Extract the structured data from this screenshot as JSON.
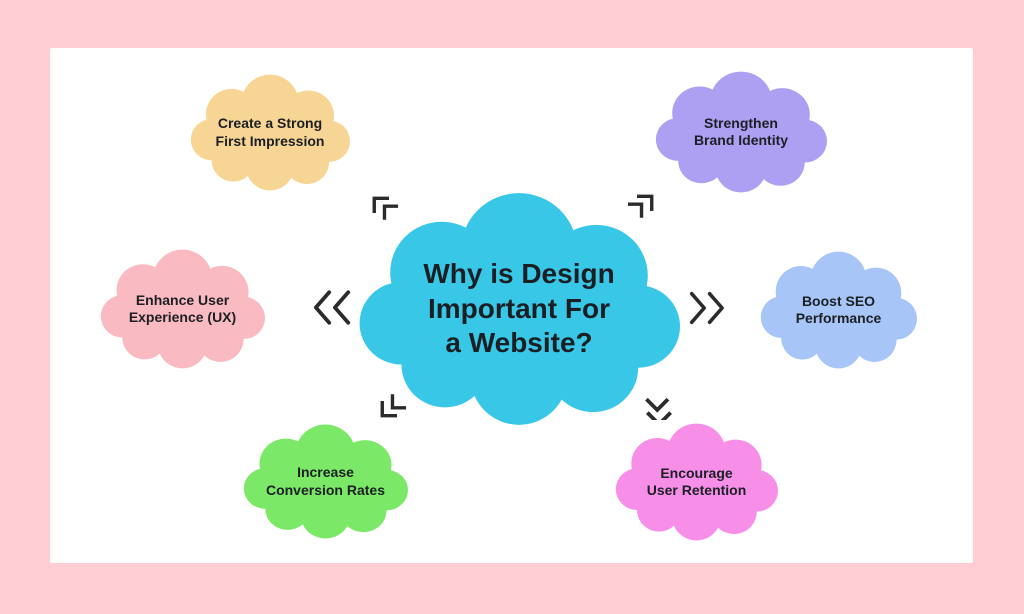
{
  "infographic": {
    "center": {
      "label": "Why is Design Important For a Website?",
      "color": "#38c7e6"
    },
    "satellites": [
      {
        "label": "Create a Strong First Impression",
        "color": "#f7d594"
      },
      {
        "label": "Strengthen Brand Identity",
        "color": "#ada0f2"
      },
      {
        "label": "Enhance User Experience (UX)",
        "color": "#f9bac1"
      },
      {
        "label": "Boost SEO Performance",
        "color": "#a7c5f7"
      },
      {
        "label": "Increase Conversion Rates",
        "color": "#7ce868"
      },
      {
        "label": "Encourage User Retention",
        "color": "#f78fe9"
      }
    ],
    "icons": [
      "corner-bracket-top-left-icon",
      "corner-bracket-top-right-icon",
      "corner-bracket-bottom-left-icon",
      "corner-bracket-bottom-right-rotated-icon",
      "double-chevron-left-icon",
      "double-chevron-right-icon"
    ],
    "colors": {
      "background": "#ffcdd3",
      "card": "#ffffff",
      "text": "#1b1f24",
      "marks": "#2b2b2b"
    }
  }
}
